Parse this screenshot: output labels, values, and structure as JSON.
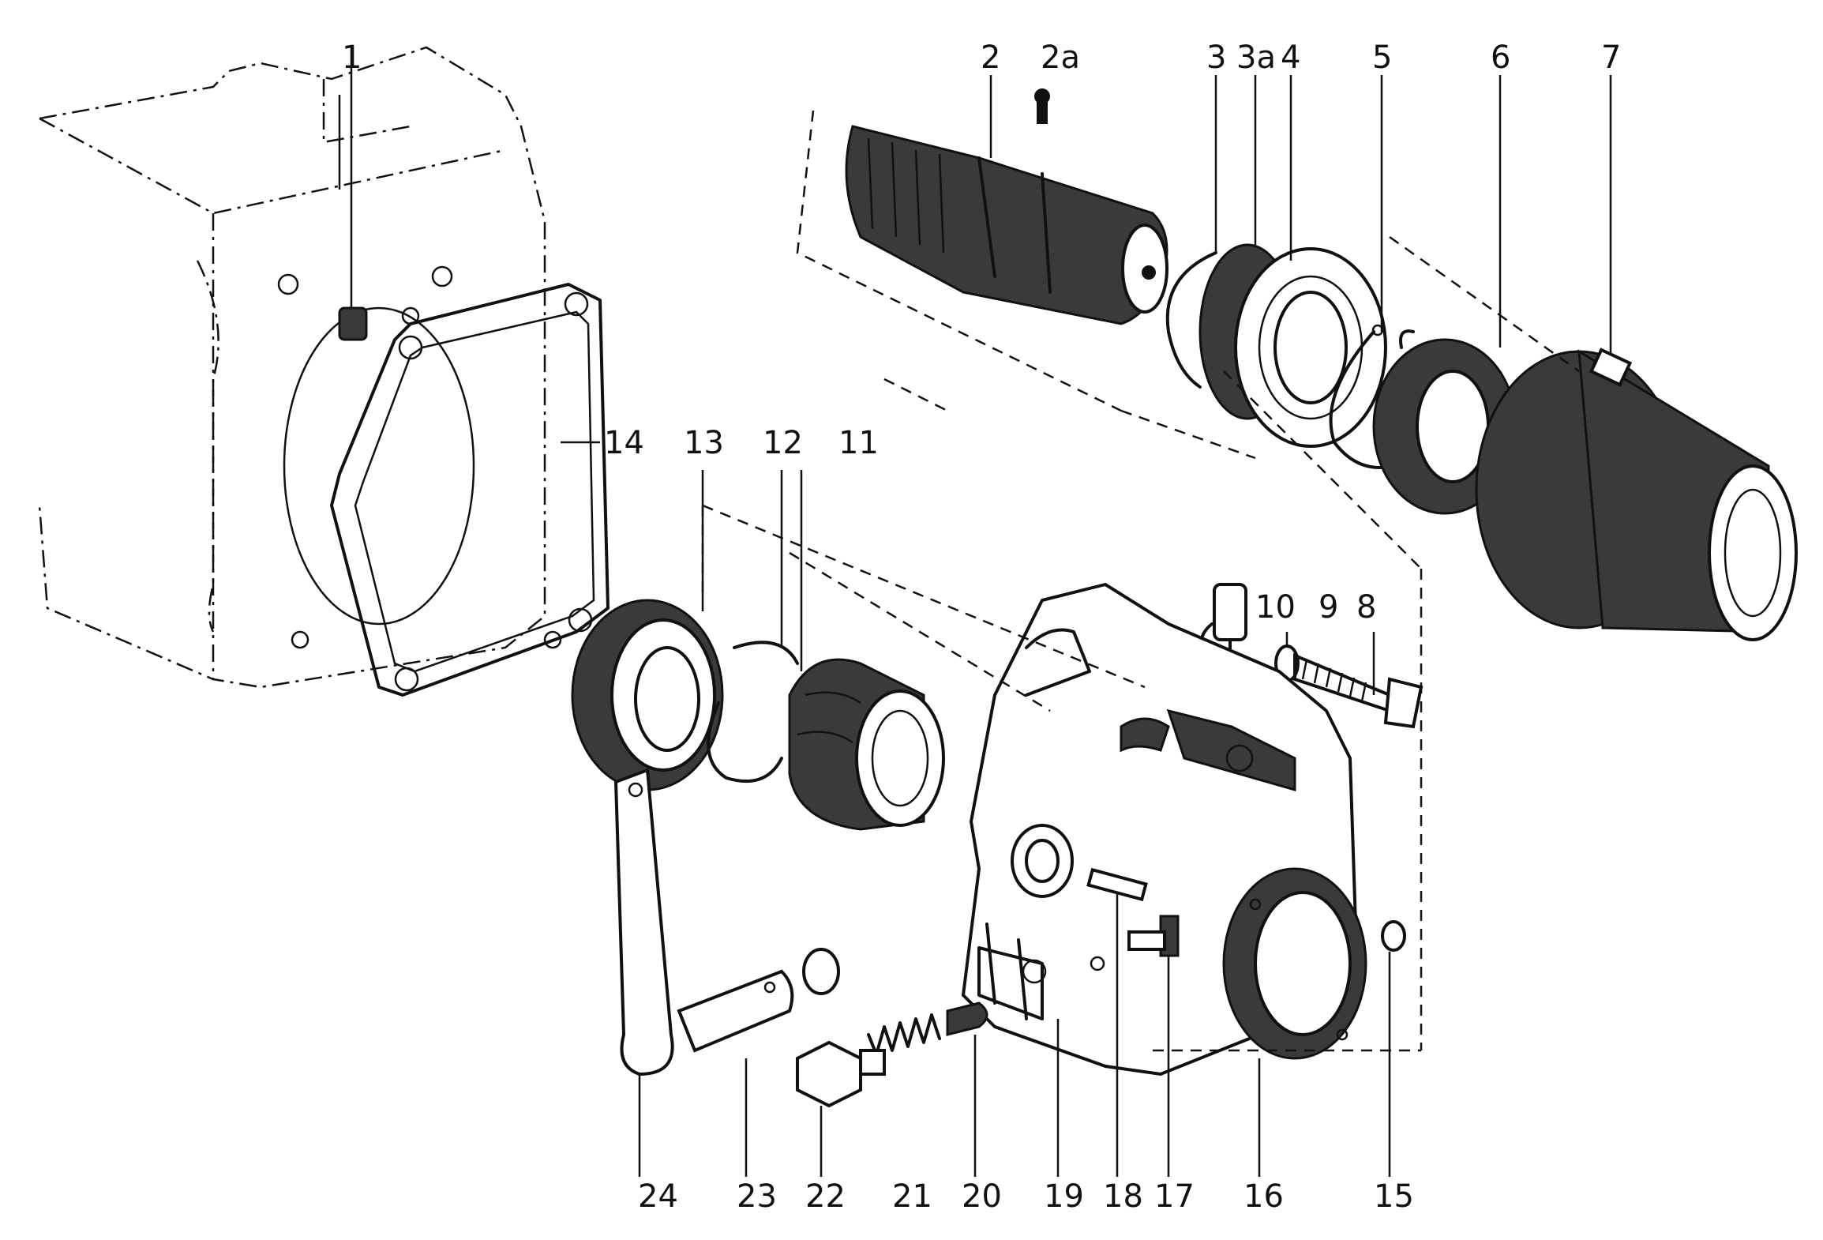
{
  "labels": {
    "p1": "1",
    "p2": "2",
    "p2a": "2a",
    "p3": "3",
    "p3a": "3a",
    "p4": "4",
    "p5": "5",
    "p6": "6",
    "p7": "7",
    "p8": "8",
    "p9": "9",
    "p10": "10",
    "p11": "11",
    "p12": "12",
    "p13": "13",
    "p14": "14",
    "p15": "15",
    "p16": "16",
    "p17": "17",
    "p18": "18",
    "p19": "19",
    "p20": "20",
    "p21": "21",
    "p22": "22",
    "p23": "23",
    "p24": "24"
  }
}
